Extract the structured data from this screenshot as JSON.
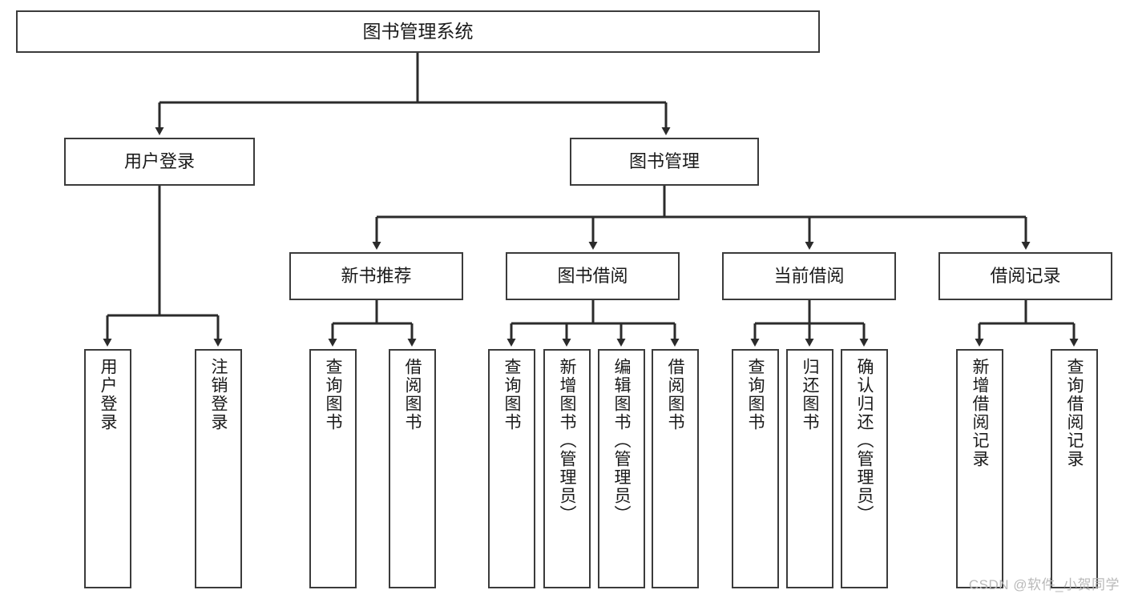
{
  "diagram": {
    "title": "图书管理系统",
    "watermark": "CSDN @软件_小贺同学",
    "colors": {
      "box_border": "#3b3b3b",
      "box_fill": "#ffffff",
      "connector": "#2b2b2b",
      "text": "#1a1a1a",
      "watermark": "#b9b9b9"
    },
    "nodes": {
      "root": {
        "label": "图书管理系统"
      },
      "level2": [
        {
          "id": "user-login",
          "label": "用户登录"
        },
        {
          "id": "book-manage",
          "label": "图书管理"
        }
      ],
      "level3": [
        {
          "id": "new-book-recommend",
          "label": "新书推荐"
        },
        {
          "id": "book-borrow",
          "label": "图书借阅"
        },
        {
          "id": "current-borrow",
          "label": "当前借阅"
        },
        {
          "id": "borrow-record",
          "label": "借阅记录"
        }
      ],
      "leaves": {
        "user_login": [
          {
            "id": "leaf-user-login",
            "label": "用户登录"
          },
          {
            "id": "leaf-logout",
            "label": "注销登录"
          }
        ],
        "new_book_recommend": [
          {
            "id": "leaf-query-book-1",
            "label": "查询图书"
          },
          {
            "id": "leaf-borrow-book-1",
            "label": "借阅图书"
          }
        ],
        "book_borrow": [
          {
            "id": "leaf-query-book-2",
            "label": "查询图书"
          },
          {
            "id": "leaf-add-book",
            "label": "新增图书（管理员）"
          },
          {
            "id": "leaf-edit-book",
            "label": "编辑图书（管理员）"
          },
          {
            "id": "leaf-borrow-book-2",
            "label": "借阅图书"
          }
        ],
        "current_borrow": [
          {
            "id": "leaf-query-book-3",
            "label": "查询图书"
          },
          {
            "id": "leaf-return-book",
            "label": "归还图书"
          },
          {
            "id": "leaf-confirm-return",
            "label": "确认归还（管理员）"
          }
        ],
        "borrow_record": [
          {
            "id": "leaf-add-record",
            "label": "新增借阅记录"
          },
          {
            "id": "leaf-query-record",
            "label": "查询借阅记录"
          }
        ]
      }
    }
  }
}
